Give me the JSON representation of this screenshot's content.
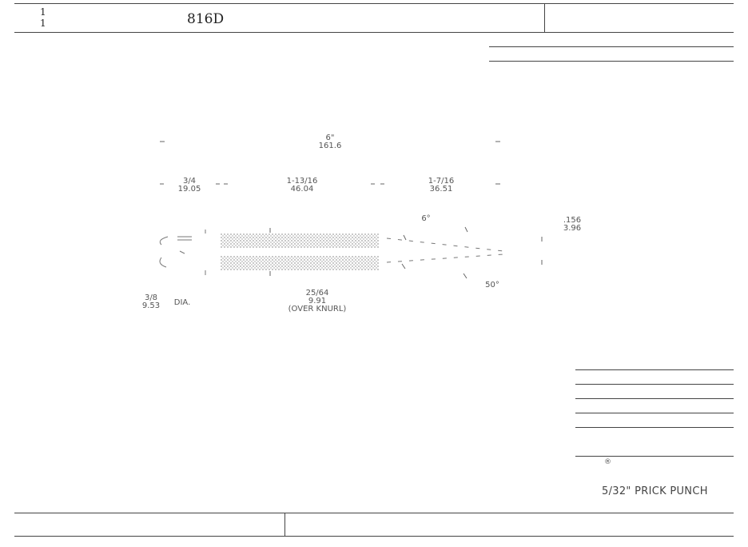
{
  "title_block": {
    "sheet_num_top": "1",
    "sheet_num_bottom": "1",
    "part_number": "816D"
  },
  "dimensions": {
    "overall_in": "6\"",
    "overall_mm": "161.6",
    "head_in": "3/4",
    "head_mm": "19.05",
    "knurl_in": "1-13/16",
    "knurl_mm": "46.04",
    "taper_in": "1-7/16",
    "taper_mm": "36.51",
    "tip_in": ".156",
    "tip_mm": "3.96",
    "dia_in": "3/8",
    "dia_mm": "9.53",
    "dia_label": "DIA.",
    "knurl_spec_in": "25/64",
    "knurl_spec_mm": "9.91",
    "knurl_note": "(OVER KNURL)",
    "angle_small": "6°",
    "angle_large": "50°"
  },
  "notes": {
    "symbol": "®",
    "tool_name": "5/32\" PRICK PUNCH"
  }
}
